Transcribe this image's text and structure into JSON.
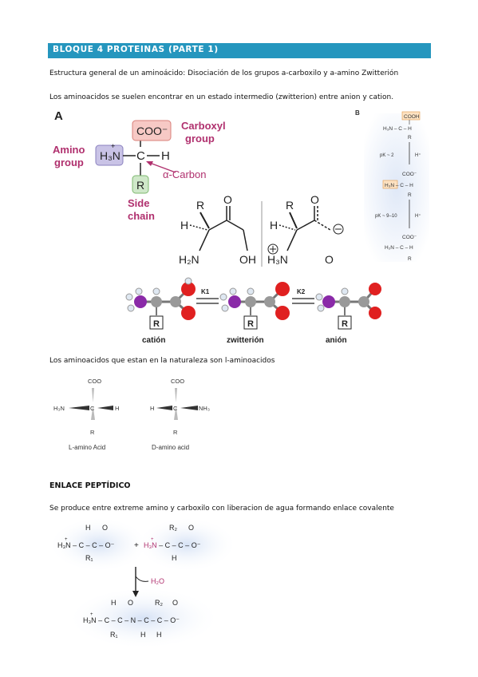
{
  "doc": {
    "banner": "BLOQUE 4 PROTEINAS (PARTE 1)",
    "p1": "Estructura general de un aminoácido: Disociación de los grupos a-carboxilo y a-amino Zwitterión",
    "p2": "Los aminoacidos se suelen encontrar en un estado intermedio (zwitterion) entre anion y cation.",
    "p3": "Los aminoacidos que estan en la naturaleza son l-aminoacidos",
    "h_peptide": "ENLACE PEPTÍDICO",
    "p4": "Se produce entre extreme amino y carboxilo con liberacion de agua formando enlace covalente"
  },
  "figA": {
    "label": "A",
    "amino_group": [
      "Amino",
      "group"
    ],
    "carboxyl_group": [
      "Carboxyl",
      "group"
    ],
    "side_chain": [
      "Side",
      "chain"
    ],
    "alpha_carbon": "α-Carbon",
    "coo": "COO⁻",
    "h3n": "H₃N",
    "c": "C",
    "h": "H",
    "r": "R"
  },
  "figB": {
    "label": "B",
    "pk1": "pK ~ 2",
    "pk2": "pK ~ 9–10",
    "hplus": "H⁺",
    "cooh": "COOH",
    "coo": "COO⁻"
  },
  "zwitter": {
    "k1": "K1",
    "k2": "K2",
    "cation": "catión",
    "zwitterion": "zwitterión",
    "anion": "anión"
  },
  "lforms": {
    "coo": "COO",
    "r": "R",
    "l_caption": "L-amino Acid",
    "d_caption": "D-amino acid"
  },
  "peptide": {
    "water": "H₂O",
    "plus": "+"
  }
}
